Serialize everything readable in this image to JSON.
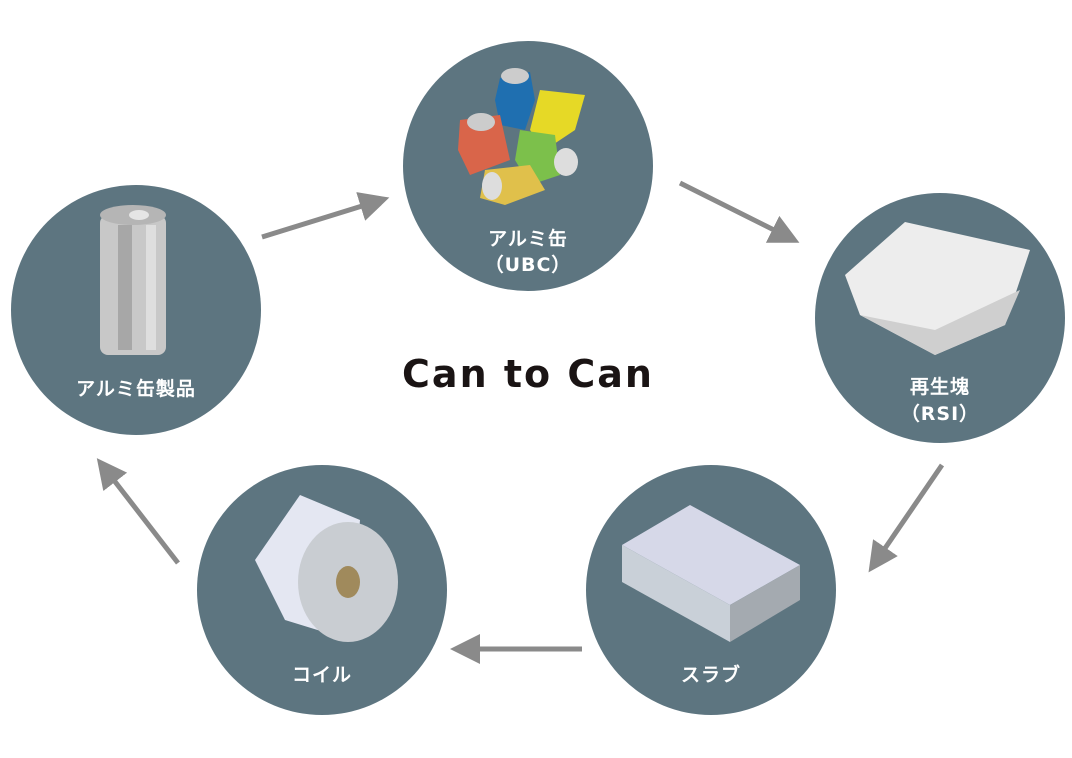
{
  "title": "Can to Can",
  "colors": {
    "circle": "#5d7580",
    "arrow": "#8a8a8a"
  },
  "nodes": [
    {
      "id": "ubc",
      "label": "アルミ缶",
      "sub": "（UBC）"
    },
    {
      "id": "rsi",
      "label": "再生塊",
      "sub": "（RSI）"
    },
    {
      "id": "slab",
      "label": "スラブ",
      "sub": ""
    },
    {
      "id": "coil",
      "label": "コイル",
      "sub": ""
    },
    {
      "id": "product",
      "label": "アルミ缶製品",
      "sub": ""
    }
  ]
}
